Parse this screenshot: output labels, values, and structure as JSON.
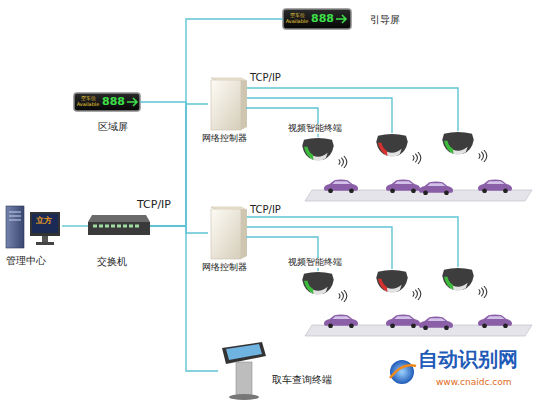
{
  "diagram": {
    "nodes": [
      {
        "text": [
          "空车位 Available",
          "888",
          "引导屏"
        ]
      },
      {
        "text": [
          "空车位 Available",
          "888",
          "区域屏"
        ]
      },
      {
        "text": [
          "网络控制器"
        ]
      },
      {
        "text": [
          "视频智能终端"
        ]
      },
      {
        "text": [
          "立方",
          "管理中心"
        ]
      },
      {
        "text": [
          "交换机"
        ]
      },
      {
        "text": [
          "网络控制器"
        ]
      },
      {
        "text": [
          "视频智能终端"
        ]
      },
      {
        "text": [
          "取车查询终端"
        ]
      }
    ],
    "edges": [
      {
        "from": 5,
        "to": 0,
        "arrow": "none"
      },
      {
        "from": 5,
        "to": 1,
        "arrow": "none"
      },
      {
        "from": 5,
        "to": 2,
        "arrow": "none"
      },
      {
        "from": 5,
        "to": 6,
        "arrow": "none"
      },
      {
        "from": 5,
        "to": 8,
        "arrow": "none"
      },
      {
        "from": 2,
        "to": 3,
        "arrow": "none"
      },
      {
        "from": 6,
        "to": 7,
        "arrow": "none"
      },
      {
        "from": 4,
        "to": 5,
        "arrow": "none"
      }
    ],
    "labels": [
      "TCP/IP",
      "TCP/IP",
      "TCP/IP",
      "自动识别网",
      "www.cnaidc.com"
    ]
  }
}
